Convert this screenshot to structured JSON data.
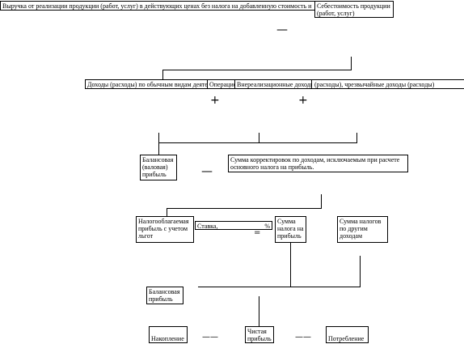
{
  "diagram": {
    "revenue_box": "Выручка от реализации продукции (работ, услуг) в действующих ценах без налога на добавленную стоимость и",
    "cost_box": "Себестоимость продукции (работ, услуг)",
    "minus_top": "—",
    "ordinary_box_left": "Доходы (расходы) по обычным видам деятельности",
    "ordinary_box_mid1": "Операционные доходы",
    "ordinary_box_mid2": "Внереализационные доходы",
    "ordinary_box_right": "(расходы), чрезвычайные доходы (расходы)",
    "overlap_label_a": "Операционные",
    "overlap_label_b": "Внереализационные доходы",
    "plus_1": "+",
    "plus_2": "+",
    "gross_profit_box": "Балансовая (валовая) прибыль",
    "minus_mid": "—",
    "adjustments_box": "Сумма корректировок по доходам, исключаемым при расчете основного налога на прибыль.",
    "taxable_box": "Налогооблагаемая прибыль с учетом льгот",
    "rate_label": "Ставка,",
    "rate_unit": "%",
    "minus_rate": "=",
    "tax_sum_box": "Сумма налога на прибыль",
    "other_taxes_box": "Сумма налогов по другим доходам",
    "balance_profit_box": "Балансовая прибыль",
    "accumulation_box": "Накопление",
    "net_profit_box": "Чистая прибыль",
    "consumption_box": "Потребление",
    "dash_left": "——",
    "dash_right": "——"
  }
}
